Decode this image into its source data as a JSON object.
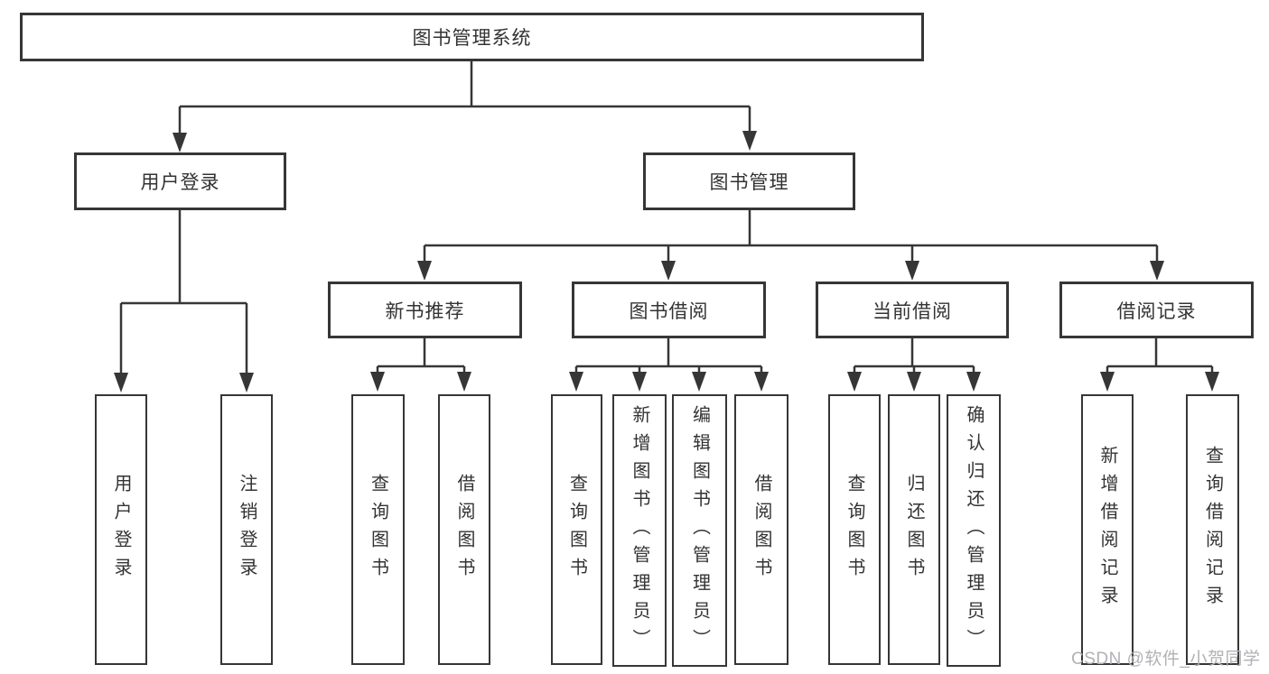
{
  "tree": {
    "root": "图书管理系统",
    "branches": [
      {
        "label": "用户登录",
        "children": [
          "用户登录",
          "注销登录"
        ]
      },
      {
        "label": "图书管理",
        "children": [
          {
            "label": "新书推荐",
            "children": [
              "查询图书",
              "借阅图书"
            ]
          },
          {
            "label": "图书借阅",
            "children": [
              "查询图书",
              "新增图书（管理员）",
              "编辑图书（管理员）",
              "借阅图书"
            ]
          },
          {
            "label": "当前借阅",
            "children": [
              "查询图书",
              "归还图书",
              "确认归还（管理员）"
            ]
          },
          {
            "label": "借阅记录",
            "children": [
              "新增借阅记录",
              "查询借阅记录"
            ]
          }
        ]
      }
    ]
  },
  "watermark": {
    "text": "CSDN @软件_小贺同学"
  },
  "colors": {
    "line": "#363636",
    "node_border": "#363636",
    "text": "#333333",
    "background": "#ffffff",
    "watermark": "#b1b1b6"
  }
}
